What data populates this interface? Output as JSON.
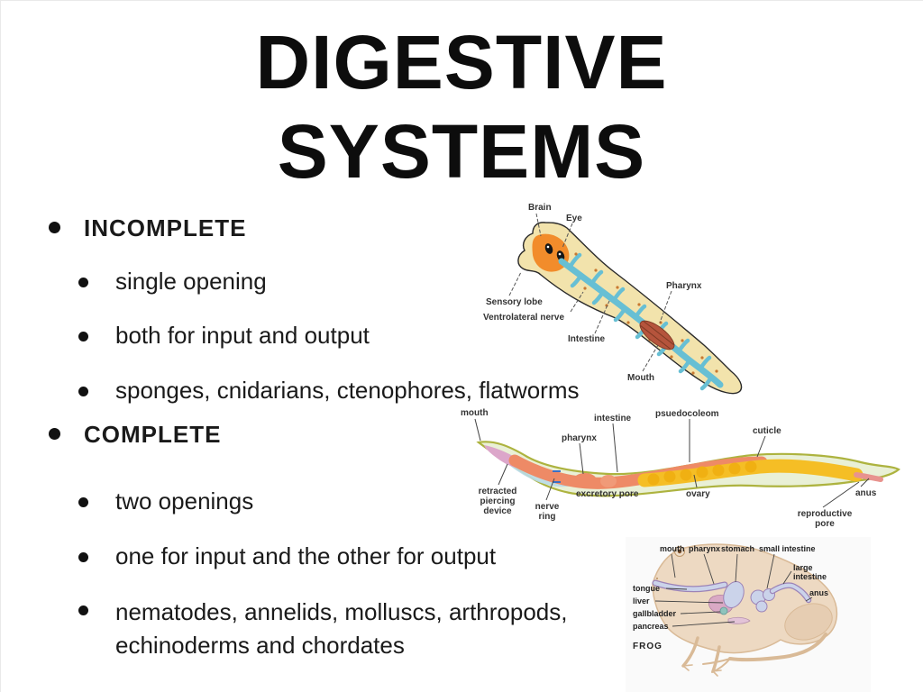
{
  "slide": {
    "title_line1": "DIGESTIVE",
    "title_line2": "SYSTEMS"
  },
  "outline": {
    "sections": [
      {
        "label": "INCOMPLETE",
        "items": [
          "single opening",
          "both for input and output",
          "sponges, cnidarians, ctenophores, flatworms"
        ]
      },
      {
        "label": "COMPLETE",
        "items": [
          "two openings",
          "one for input and the other for output",
          "nematodes, annelids, molluscs, arthropods, echinoderms and chordates"
        ]
      }
    ]
  },
  "diagrams": {
    "flatworm": {
      "labels": {
        "brain": "Brain",
        "eye": "Eye",
        "sensory_lobe": "Sensory lobe",
        "ventrolateral_nerve": "Ventrolateral nerve",
        "intestine": "Intestine",
        "mouth": "Mouth",
        "pharynx": "Pharynx"
      }
    },
    "nematode": {
      "labels": {
        "mouth": "mouth",
        "pharynx": "pharynx",
        "intestine": "intestine",
        "psuedocoleom": "psuedocoleom",
        "cuticle": "cuticle",
        "retracted_piercing_device": "retracted piercing device",
        "nerve_ring": "nerve ring",
        "excretory_pore": "excretory pore",
        "ovary": "ovary",
        "anus": "anus",
        "reproductive_pore": "reproductive pore"
      }
    },
    "frog": {
      "caption": "FROG",
      "labels": {
        "mouth": "mouth",
        "pharynx": "pharynx",
        "stomach": "stomach",
        "small_intestine": "small intestine",
        "large_intestine": "large intestine",
        "anus": "anus",
        "tongue": "tongue",
        "liver": "liver",
        "gallbladder": "gallbladder",
        "pancreas": "pancreas"
      }
    }
  },
  "colors": {
    "text": "#1a1a1a",
    "flatworm_body": "#F2E3AC",
    "flatworm_brain": "#F28C2B",
    "flatworm_intestine": "#67BFD4",
    "flatworm_pharynx": "#B5543C",
    "nematode_cuticle": "#ADB33F",
    "nematode_body": "#E9F0D6",
    "nematode_intestine": "#EE8A66",
    "nematode_ovary": "#F5BE25",
    "nematode_head_organ": "#DCA6CA",
    "nematode_coelom": "#B9DCE8",
    "frog_body": "#EDD9C2",
    "frog_tract": "#CBD3EA",
    "frog_liver": "#D9A9C4",
    "frog_gallbladder": "#8FC3BC",
    "frog_pancreas": "#E3C3D8"
  }
}
